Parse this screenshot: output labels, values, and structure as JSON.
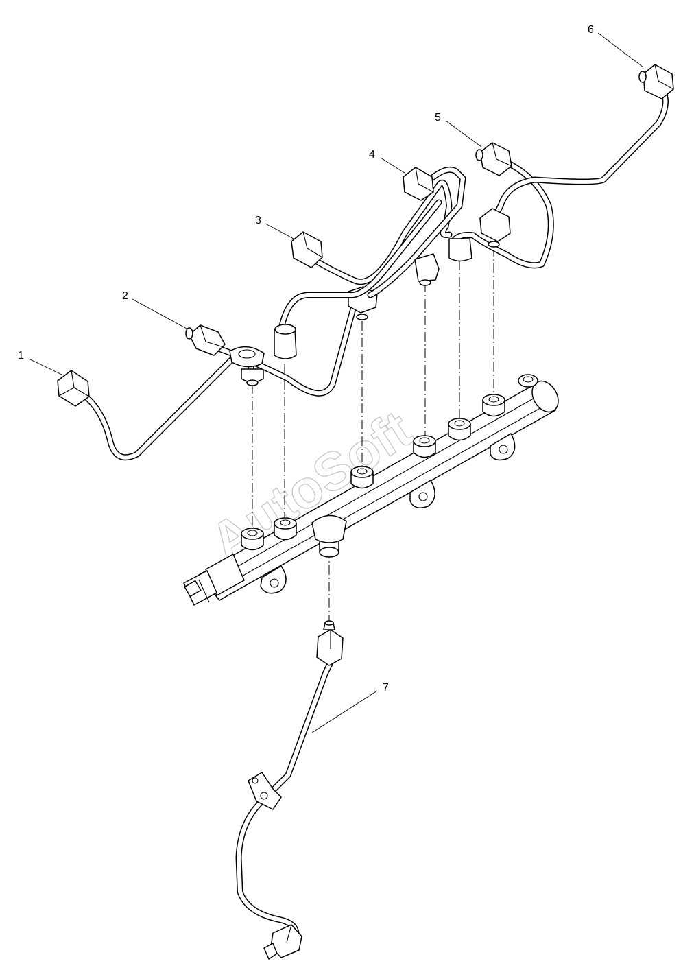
{
  "callouts": [
    {
      "id": "1",
      "label": "1"
    },
    {
      "id": "2",
      "label": "2"
    },
    {
      "id": "3",
      "label": "3"
    },
    {
      "id": "4",
      "label": "4"
    },
    {
      "id": "5",
      "label": "5"
    },
    {
      "id": "6",
      "label": "6"
    },
    {
      "id": "7",
      "label": "7"
    }
  ],
  "watermark": "AutoSoft",
  "colors": {
    "line": "#000000",
    "background": "#ffffff",
    "watermark": "#9a9a9a"
  }
}
